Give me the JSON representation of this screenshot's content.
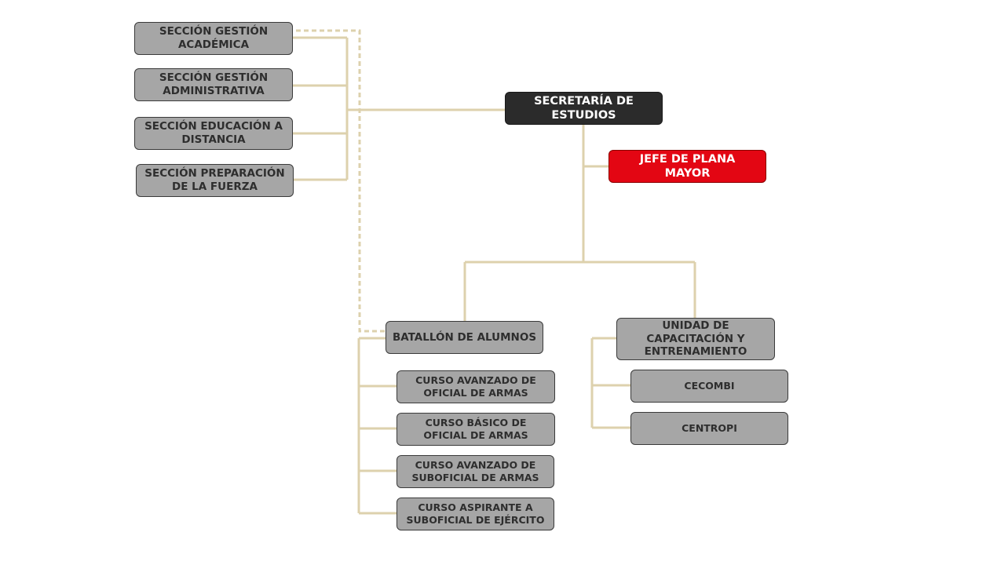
{
  "colors": {
    "connector": "#ddd1ad",
    "gray_box": "#a6a6a6",
    "dark_box": "#2b2b2b",
    "red_box": "#e30613"
  },
  "nodes": {
    "secretaria": "SECRETARÍA DE\nESTUDIOS",
    "jefe_plana": "JEFE DE PLANA\nMAYOR",
    "gestion_academica": "SECCIÓN GESTIÓN\nACADÉMICA",
    "gestion_administrativa": "SECCIÓN GESTIÓN\nADMINISTRATIVA",
    "educacion_distancia": "SECCIÓN EDUCACIÓN A\nDISTANCIA",
    "preparacion_fuerza": "SECCIÓN PREPARACIÓN\nDE LA FUERZA",
    "batallon": "BATALLÓN DE ALUMNOS",
    "curso_avanzado_oficial": "CURSO AVANZADO DE\nOFICIAL DE ARMAS",
    "curso_basico_oficial": "CURSO BÁSICO DE\nOFICIAL DE ARMAS",
    "curso_avanzado_suboficial": "CURSO AVANZADO DE\nSUBOFICIAL DE ARMAS",
    "curso_aspirante_suboficial": "CURSO ASPIRANTE A\nSUBOFICIAL DE EJÉRCITO",
    "unidad_capacitacion": "UNIDAD DE\nCAPACITACIÓN Y\nENTRENAMIENTO",
    "cecombi": "CECOMBI",
    "centropi": "CENTROPI"
  }
}
